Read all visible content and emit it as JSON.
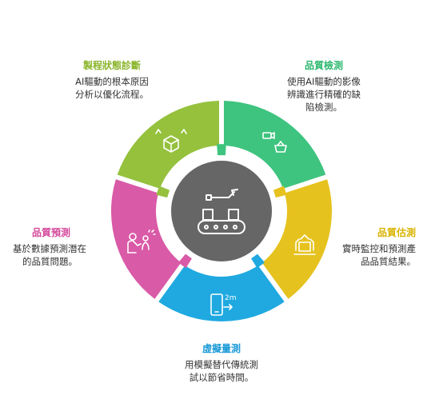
{
  "segments": [
    {
      "id": "process-diagnosis",
      "title": "製程狀態診斷",
      "desc_lines": [
        "AI驅動的根本原因",
        "分析以優化流程。"
      ],
      "color": "#95c13d",
      "title_color": "#8ab42a",
      "icon": "box-with-arms-icon"
    },
    {
      "id": "quality-inspection",
      "title": "品質檢測",
      "desc_lines": [
        "使用AI驅動的影像",
        "辨識進行精確的缺",
        "陷檢測。"
      ],
      "color": "#3ec47f",
      "title_color": "#2eb86f",
      "icon": "camera-basket-icon"
    },
    {
      "id": "quality-estimation",
      "title": "品質估測",
      "desc_lines": [
        "實時監控和預測產",
        "品品質結果。"
      ],
      "color": "#e6c21e",
      "title_color": "#d9b300",
      "icon": "robot-arms-box-icon"
    },
    {
      "id": "virtual-metrology",
      "title": "虛擬量測",
      "desc_lines": [
        "用模擬替代傳統測",
        "試以節省時間。"
      ],
      "color": "#1fa9e0",
      "title_color": "#1a9ad6",
      "icon": "phone-measure-icon"
    },
    {
      "id": "quality-prediction",
      "title": "品質預測",
      "desc_lines": [
        "基於數據預測潛在",
        "的品質問題。"
      ],
      "color": "#d95aa7",
      "title_color": "#d44a9c",
      "icon": "person-analysis-icon"
    }
  ],
  "center": {
    "color": "#666666",
    "icon": "robot-arm-conveyor-icon"
  }
}
